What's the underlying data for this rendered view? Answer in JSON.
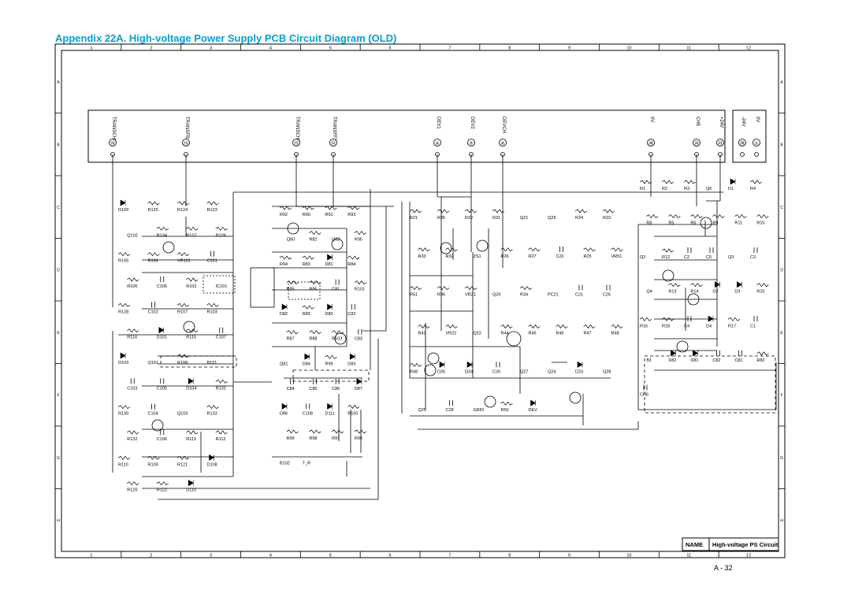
{
  "title": "Appendix 22A. High-voltage Power Supply PCB Circuit Diagram (OLD)",
  "page_number": "A - 32",
  "title_block": {
    "name_label": "NAME",
    "name_value": "High-voltage PS Circuit"
  },
  "grid": {
    "columns": [
      "1",
      "2",
      "3",
      "4",
      "5",
      "6",
      "7",
      "8",
      "9",
      "10",
      "11",
      "12"
    ],
    "rows": [
      "A",
      "B",
      "C",
      "D",
      "E",
      "F",
      "G",
      "H"
    ]
  },
  "connectors": [
    {
      "label": "TRANSCH2",
      "pin": "⑯"
    },
    {
      "label": "TRANSFB",
      "pin": "⑮"
    },
    {
      "label": "TRANSCH1",
      "pin": "⑬"
    },
    {
      "label": "TRANSFF1",
      "pin": "⑫"
    },
    {
      "label": "DEV1",
      "pin": "④"
    },
    {
      "label": "DEV2",
      "pin": "⑤"
    },
    {
      "label": "DEVCH",
      "pin": "⑥"
    },
    {
      "label": "0V",
      "pin": "⑳"
    },
    {
      "label": "CH5",
      "pin": "㉒"
    },
    {
      "label": "+24V",
      "pin": "㉓"
    },
    {
      "label": "-24V",
      "pin": "⑳"
    },
    {
      "label": "0V",
      "pin": "①"
    }
  ],
  "labels": {
    "left": [
      "D109",
      "R125",
      "R124",
      "R123",
      "Q102",
      "R134",
      "R127",
      "R126",
      "R105",
      "R104",
      "VR101",
      "C101",
      "R106",
      "C105",
      "R102",
      "IC101",
      "R128",
      "C102",
      "R107",
      "R103",
      "R114",
      "D101",
      "R115",
      "C107",
      "D103",
      "Q101",
      "R108",
      "B101",
      "C103",
      "C105",
      "D104",
      "R131",
      "R130",
      "C104",
      "Q103",
      "R133",
      "R132",
      "C106",
      "R113",
      "R112",
      "R110",
      "R109",
      "R121",
      "D108",
      "R120",
      "R122",
      "D110"
    ],
    "middle": [
      "R92",
      "R90",
      "R91",
      "R93",
      "Q80",
      "R82",
      "Q82",
      "R95",
      "R94",
      "R83",
      "D81",
      "R84",
      "R85",
      "R86",
      "C81",
      "R101",
      "D82",
      "R89",
      "D80",
      "C82",
      "R87",
      "R88",
      "R103",
      "C83",
      "Q81",
      "D84",
      "R99",
      "D83",
      "C84",
      "C85",
      "C86",
      "D87",
      "D86",
      "C108",
      "D111",
      "R100",
      "R99",
      "R98",
      "R97",
      "R96",
      "B102",
      "T_R"
    ],
    "center": [
      "R21",
      "R35",
      "R22",
      "R31",
      "Q21",
      "Q29",
      "R24",
      "R23",
      "R33",
      "R32",
      "ZS1",
      "R26",
      "R27",
      "C22",
      "R25",
      "VR51",
      "R51",
      "R36",
      "VR21",
      "Q26",
      "R34",
      "PC21",
      "C21",
      "C25",
      "R43",
      "VR22",
      "Q22",
      "R44",
      "R45",
      "R46",
      "R47",
      "R48",
      "R49",
      "D25",
      "D24",
      "C26",
      "Q27",
      "Q24",
      "D23",
      "Q28",
      "Q25",
      "C28",
      "GRID",
      "R50",
      "DEV"
    ],
    "right": [
      "R1",
      "R2",
      "R3",
      "Q6",
      "D1",
      "R4",
      "R8",
      "R5",
      "R6",
      "R9",
      "R11",
      "R10",
      "Q2",
      "R12",
      "C2",
      "C5",
      "Q3",
      "C3",
      "Q4",
      "R13",
      "R14",
      "D2",
      "D3",
      "R15",
      "R16",
      "R18",
      "C4",
      "D4",
      "R17",
      "C1",
      "B1",
      "D82",
      "D81",
      "C82",
      "C81",
      "R82",
      "CH5"
    ]
  }
}
